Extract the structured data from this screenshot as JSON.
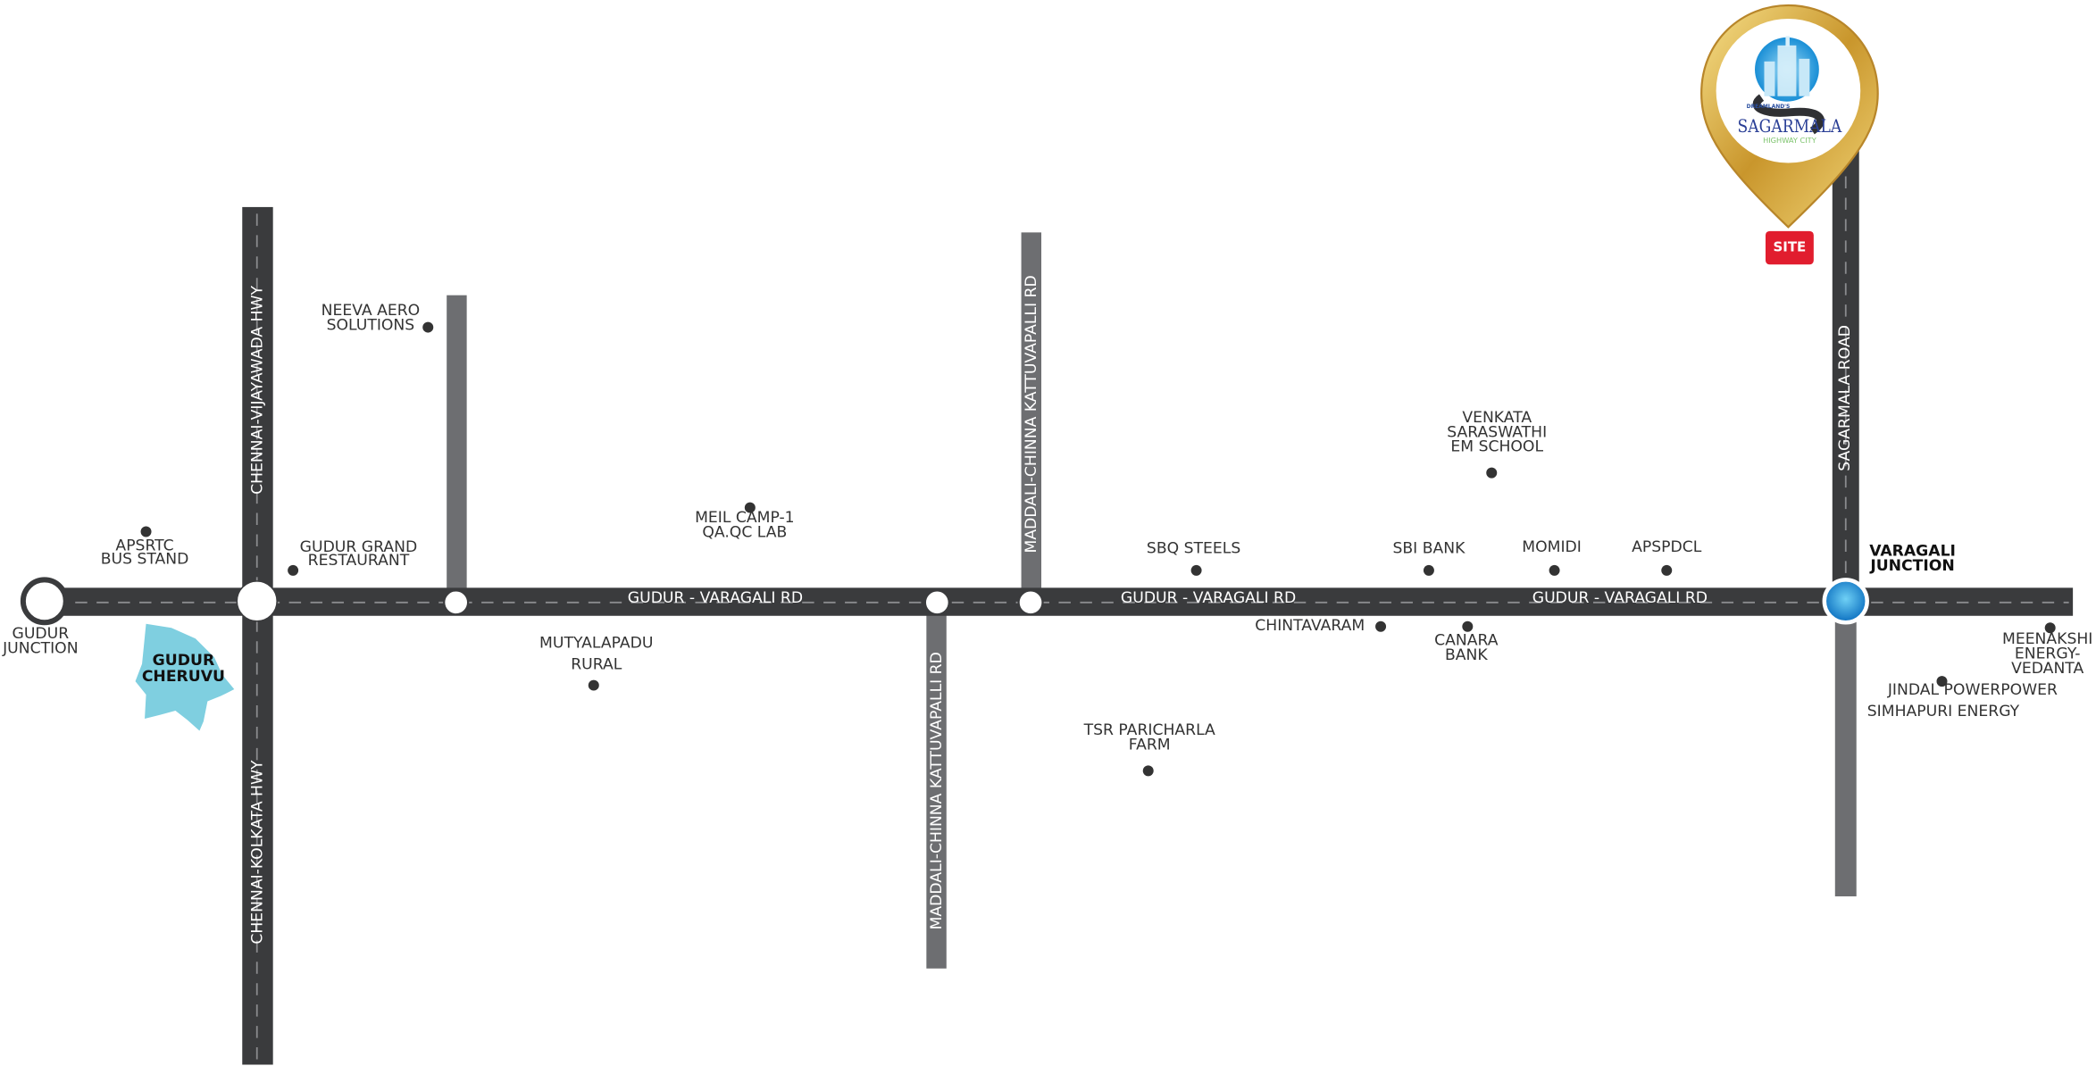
{
  "roads": {
    "main": "GUDUR - VARAGALI RD",
    "chennai_vijayawada": "CHENNAI-VIJAYAWADA HWY",
    "chennai_kolkata": "CHENNAI-KOLKATA HWY",
    "maddali_upper": "MADDALI-CHINNA KATTUVAPALLI RD",
    "maddali_lower": "MADDALI-CHINNA KATTUVAPALLI RD",
    "sagarmala": "SAGARMALA ROAD"
  },
  "junctions": {
    "gudur": [
      "GUDUR",
      "JUNCTION"
    ],
    "varagali": [
      "VARAGALI",
      "JUNCTION"
    ]
  },
  "lake": [
    "GUDUR",
    "CHERUVU"
  ],
  "places": {
    "apsrtc": [
      "APSRTC",
      "BUS STAND"
    ],
    "gudur_grand": [
      "GUDUR GRAND",
      "RESTAURANT"
    ],
    "neeva": [
      "NEEVA AERO",
      "SOLUTIONS"
    ],
    "meil": [
      "MEIL CAMP-1",
      "QA.QC LAB"
    ],
    "mutyalapadu": [
      "MUTYALAPADU",
      "RURAL"
    ],
    "sbq": "SBQ STEELS",
    "tsr": [
      "TSR PARICHARLA",
      "FARM"
    ],
    "venkata": [
      "VENKATA",
      "SARASWATHI",
      "EM SCHOOL"
    ],
    "sbi": "SBI BANK",
    "momidi": "MOMIDI",
    "apspdcl": "APSPDCL",
    "chintavaram": "CHINTAVARAM",
    "canara": [
      "CANARA",
      "BANK"
    ],
    "meenakshi": [
      "MEENAKSHI",
      "ENERGY-",
      "VEDANTA"
    ],
    "jindal": "JINDAL POWERPOWER",
    "simhapuri": "SIMHAPURI ENERGY"
  },
  "site": {
    "badge": "SITE",
    "logo_top": "DREAMLAND'S",
    "logo_name": "SAGARMALA",
    "logo_sub": "HIGHWAY CITY"
  },
  "colors": {
    "road_dark": "#3a3b3d",
    "road_gray": "#6d6e71",
    "lake": "#7fcfe0",
    "site_red": "#e11d2e",
    "gold": "#d4a93a"
  }
}
